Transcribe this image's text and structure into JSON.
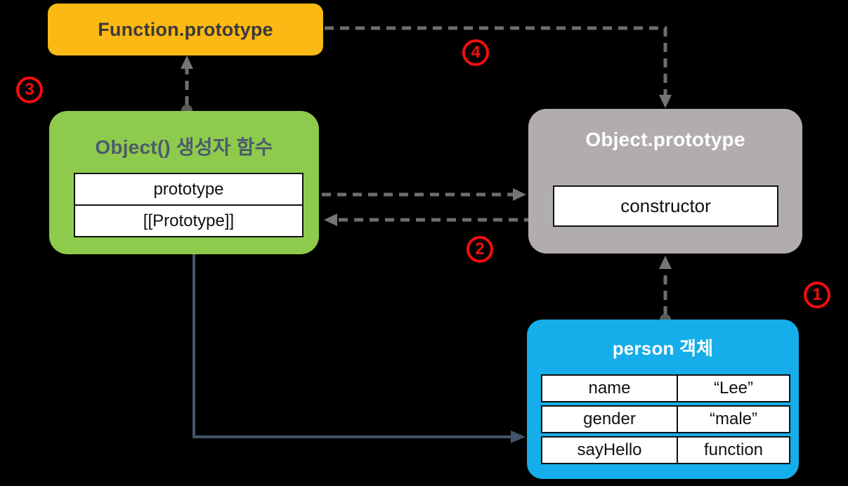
{
  "canvas": {
    "background": "#000000"
  },
  "boxes": {
    "function_prototype": {
      "title": "Function.prototype",
      "fill": "#FCB813",
      "title_color": "#3A3A3A"
    },
    "object_constructor_function": {
      "title": "Object() 생성자 함수",
      "fill": "#8ECB4D",
      "title_color": "#4D5B6B",
      "slots": [
        {
          "label": "prototype"
        },
        {
          "label": "[[Prototype]]"
        }
      ]
    },
    "object_prototype": {
      "title": "Object.prototype",
      "fill": "#B1ADAC",
      "title_color": "#FFFFFF",
      "slots": [
        {
          "label": "constructor"
        }
      ]
    },
    "person_object": {
      "title": "person 객체",
      "fill": "#15ADEA",
      "title_color": "#FFFFFF",
      "properties": [
        {
          "key": "name",
          "value": "“Lee”"
        },
        {
          "key": "gender",
          "value": "“male”"
        },
        {
          "key": "sayHello",
          "value": "function"
        }
      ]
    }
  },
  "step_badges": [
    {
      "label": "1"
    },
    {
      "label": "2"
    },
    {
      "label": "3"
    },
    {
      "label": "4"
    }
  ],
  "palette": {
    "badge_red": "#F50D0D",
    "dashed_arrow_gray": "#6E6E6E",
    "arrow_dot_gray": "#5A5A5A",
    "arrowhead_gray": "#757575",
    "solid_arrow_slate": "#44546A",
    "slot_border": "#111111"
  }
}
